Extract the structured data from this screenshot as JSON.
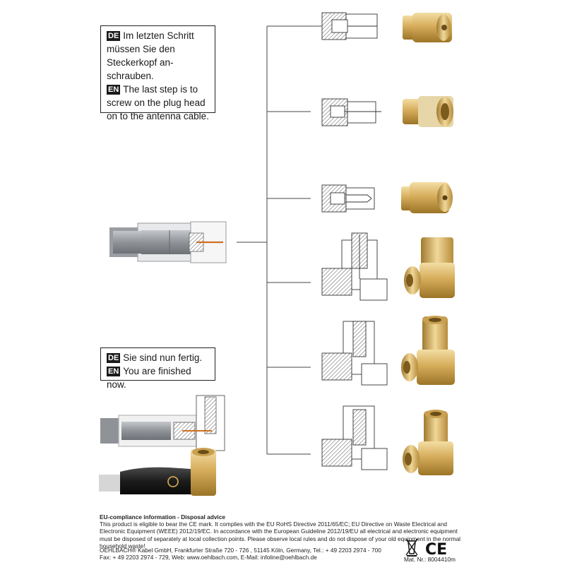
{
  "instructions": {
    "last_step": {
      "de_tag": "DE",
      "de_text": "Im letzten Schritt müssen Sie den Steckerkopf an-schrauben.",
      "en_tag": "EN",
      "en_text": "The last step is to screw on the plug head on to the antenna cable."
    },
    "finished": {
      "de_tag": "DE",
      "de_text": "Sie sind nun fertig.",
      "en_tag": "EN",
      "en_text": "You are finished now."
    }
  },
  "footer": {
    "title": "EU-compliance information - Disposal advice",
    "body": "This product is eligible to bear the CE mark. It complies with the EU RoHS Directive 2011/65/EC; EU Directive on Waste Electrical and Electronic Equipment (WEEE) 2012/19/EC. In accordance with the European Guideline 2012/19/EU all electrical and electronic equipment must be disposed of separately at local collection points. Please observe local rules and do not dispose of your old equipment in the normal household waste!",
    "address": "OEHLBACH® Kabel GmbH, Frankfurter Straße 720 - 726 , 51145 Köln, Germany, Tel.: + 49 2203 2974 - 700",
    "fax_web_email": "Fax: + 49 2203 2974 - 729, Web: www.oehlbach.com, E-Mail: infoline@oehlbach.de",
    "ce_mark": "CE",
    "mat_nr": "Mat. Nr.: 8004410m"
  },
  "colors": {
    "gold": "#d9b46a",
    "gold_dark": "#a9822f",
    "cable_grey": "#9a9ea3",
    "black_sleeve": "#222222"
  },
  "icons": [
    "weee-bin-icon",
    "ce-mark-icon"
  ]
}
